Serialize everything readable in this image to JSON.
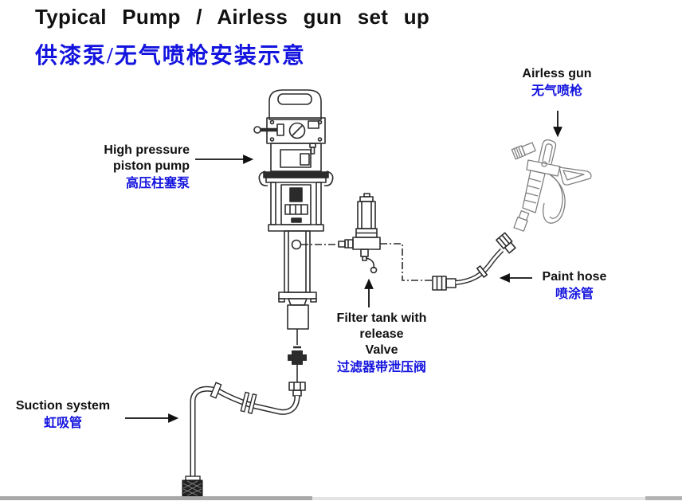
{
  "title": "Typical Pump / Airless gun set up",
  "subtitle": "供漆泵/无气喷枪安装示意",
  "colors": {
    "accent_blue": "#1414DF",
    "line_dark": "#2B2B2B",
    "line_gray": "#808080",
    "text_black": "#111111"
  },
  "labels": {
    "pump": {
      "line1": "High pressure",
      "line2": "piston pump",
      "zh": "高压柱塞泵"
    },
    "airless_gun": {
      "en": "Airless gun",
      "zh": "无气喷枪"
    },
    "paint_hose": {
      "en": "Paint hose",
      "zh": "喷涂管"
    },
    "filter": {
      "line1": "Filter tank with",
      "line2": "release",
      "line3": "Valve",
      "zh": "过滤器带泄压阀"
    },
    "suction": {
      "en": "Suction system",
      "zh": "虹吸管"
    }
  }
}
